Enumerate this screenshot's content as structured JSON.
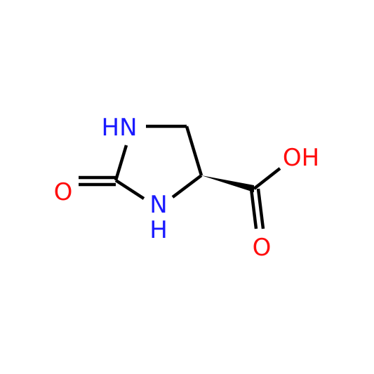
{
  "molecule": {
    "atoms": {
      "n1": {
        "label": "HN",
        "color": "#1a1aff"
      },
      "n3": {
        "label": "N",
        "color": "#1a1aff"
      },
      "n3_h": {
        "label": "H",
        "color": "#1a1aff"
      },
      "o_carbonyl": {
        "label": "O",
        "color": "#ff0d0d"
      },
      "o_hydroxyl": {
        "label": "OH",
        "color": "#ff0d0d"
      },
      "o_acid": {
        "label": "O",
        "color": "#ff0d0d"
      }
    },
    "bond_color": "#000000"
  }
}
